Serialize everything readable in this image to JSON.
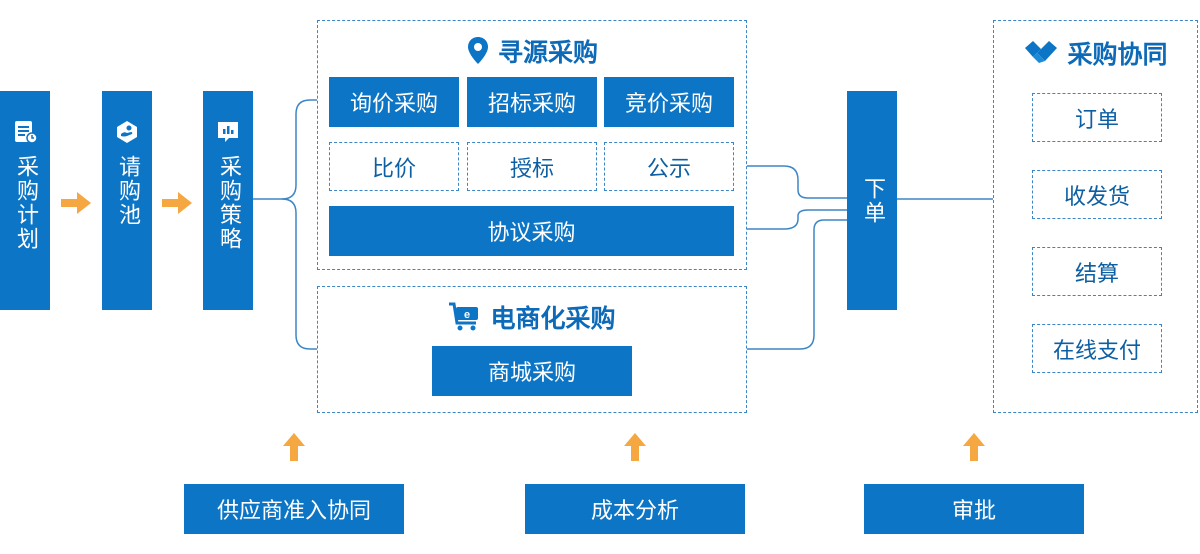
{
  "flow": {
    "plan_label": "采购计划",
    "pool_label": "请购池",
    "strategy_label": "采购策略"
  },
  "sourcing": {
    "title": "寻源采购",
    "methods": [
      "询价采购",
      "招标采购",
      "竞价采购"
    ],
    "results": [
      "比价",
      "授标",
      "公示"
    ],
    "agreement": "协议采购"
  },
  "ecommerce": {
    "title": "电商化采购",
    "mall": "商城采购"
  },
  "order": {
    "label": "下单"
  },
  "collaboration": {
    "title": "采购协同",
    "items": [
      "订单",
      "收发货",
      "结算",
      "在线支付"
    ]
  },
  "support": {
    "items": [
      "供应商准入协同",
      "成本分析",
      "审批"
    ]
  },
  "colors": {
    "primary_blue": "#0d75c6",
    "line_blue": "#3d86c6",
    "arrow_orange": "#f5a742"
  }
}
